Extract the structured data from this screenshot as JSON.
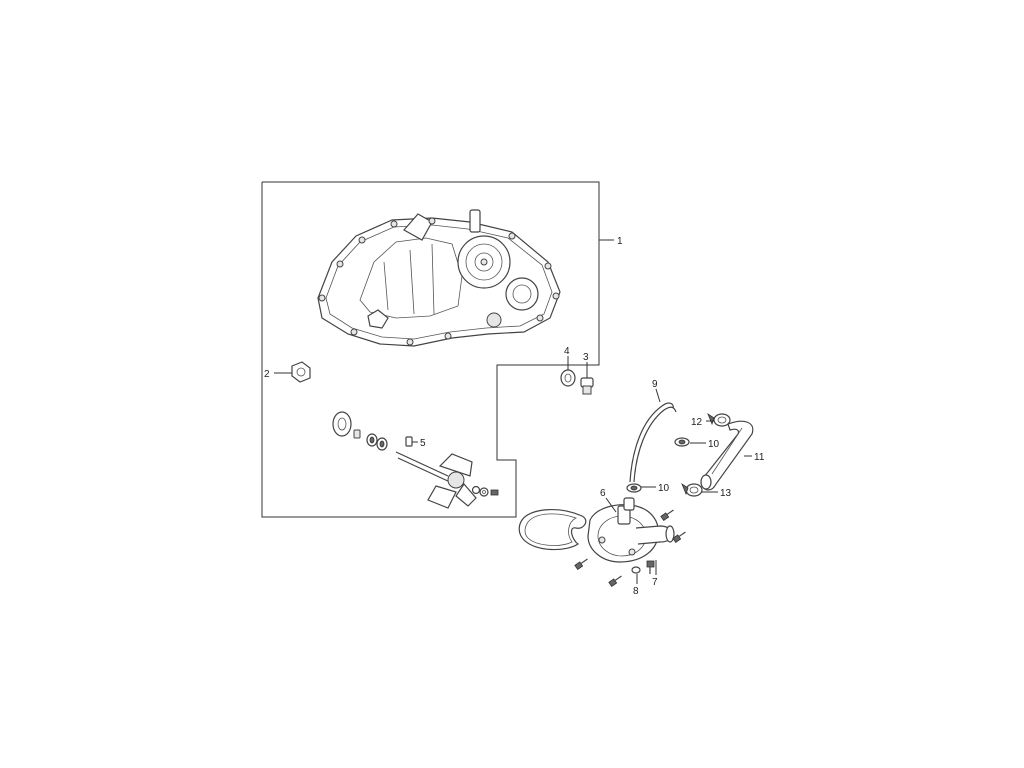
{
  "diagram": {
    "callouts": [
      "1",
      "2",
      "3",
      "4",
      "5",
      "6",
      "7",
      "8",
      "9",
      "10",
      "10",
      "11",
      "12",
      "13"
    ]
  }
}
